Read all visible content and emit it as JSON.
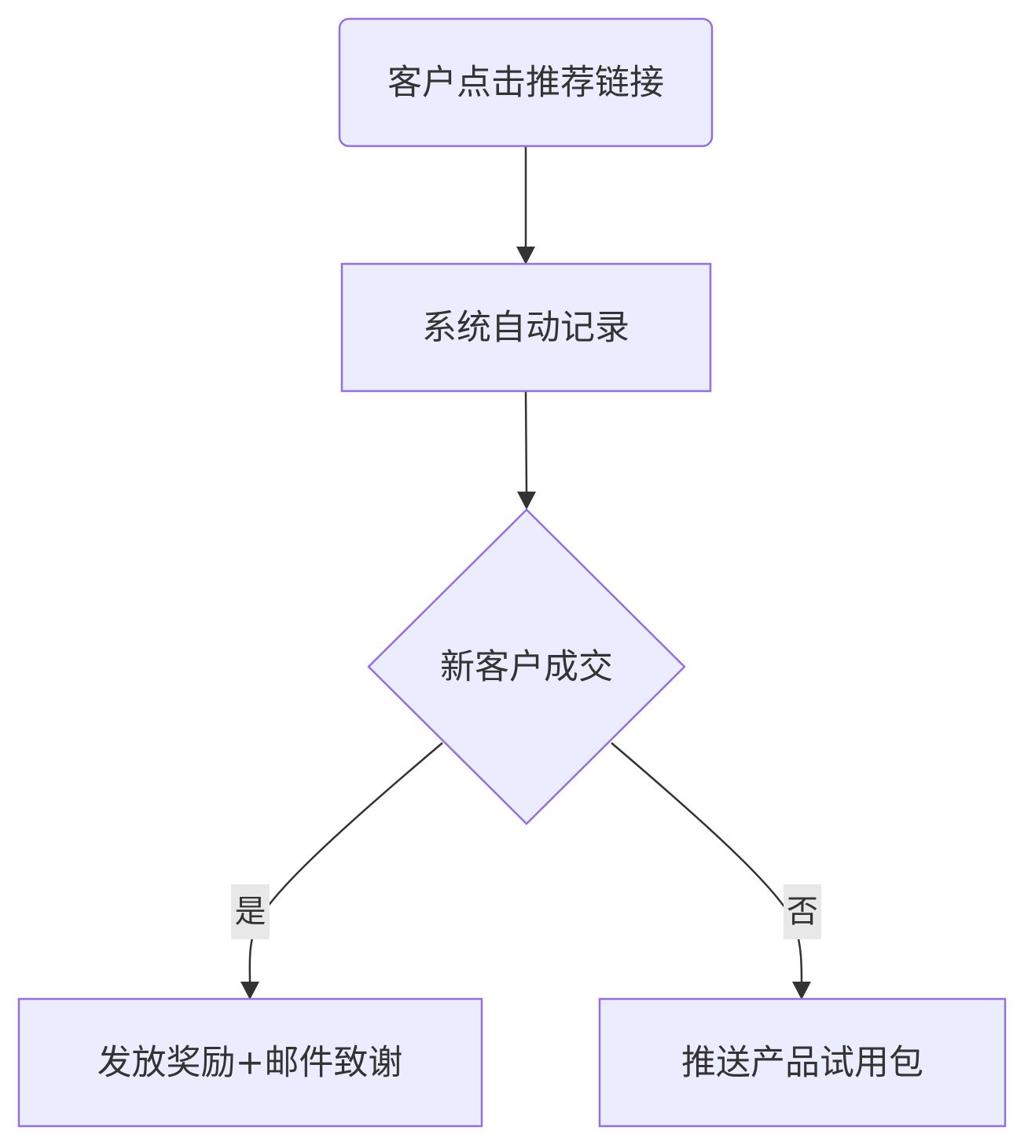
{
  "nodes": {
    "start": {
      "label": "客户点击推荐链接"
    },
    "record": {
      "label": "系统自动记录"
    },
    "decision": {
      "label": "新客户成交"
    },
    "reward": {
      "label": "发放奖励+邮件致谢"
    },
    "trial": {
      "label": "推送产品试用包"
    }
  },
  "edges": {
    "yes": {
      "label": "是"
    },
    "no": {
      "label": "否"
    }
  },
  "colors": {
    "node_fill": "#ECECFF",
    "node_stroke": "#9370DB",
    "edge": "#333333",
    "text": "#333333",
    "label_bg": "#e8e8e8"
  }
}
